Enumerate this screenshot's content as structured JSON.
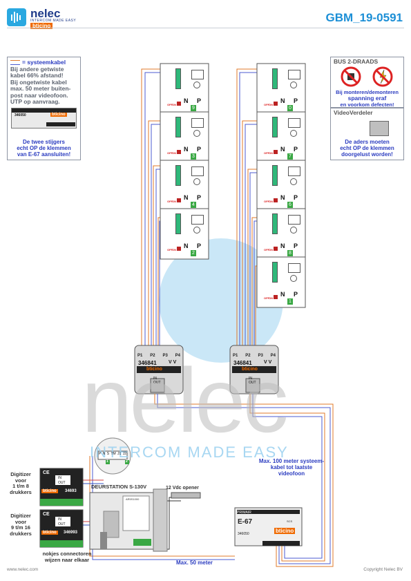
{
  "header": {
    "brand": "nelec",
    "tagline": "INTERCOM MADE EASY",
    "sub_brand": "bticino",
    "doc_id": "GBM_19-0591"
  },
  "note_cable": {
    "title": "= systeemkabel",
    "lines": [
      "Bij andere getwiste",
      "kabel 66% afstand!",
      "Bij ongetwiste kabel",
      "max. 50 meter buiten-",
      "post naar videofoon.",
      "UTP op aanvraag."
    ],
    "module_code": "346050",
    "module_brand": "bticino",
    "warn_lines": [
      "De twee stijgers",
      "echt OP de klemmen",
      "van E-67 aansluiten!"
    ]
  },
  "note_bus": {
    "title": "BUS 2-DRAADS",
    "lines": [
      "Bij monteren/demonteren",
      "spanning eraf",
      "en voorkom defecten!"
    ]
  },
  "note_video": {
    "title": "VideoVerdeler",
    "lines": [
      "De aders moeten",
      "echt OP de klemmen",
      "doorgelust worden!"
    ]
  },
  "phone_left": {
    "off_label": "OFF",
    "on_label": "ON",
    "n_label": "N",
    "p_label": "P",
    "numbers": [
      "9",
      "3",
      "4",
      "2"
    ]
  },
  "phone_right": {
    "numbers": [
      "0",
      "7",
      "6",
      "8",
      "1"
    ]
  },
  "distributor": {
    "ports": [
      "P1",
      "P2",
      "P3",
      "P4"
    ],
    "vv": "V V",
    "code": "346841",
    "brand": "bticino",
    "in_label": "IN",
    "out_label": "OUT"
  },
  "watermark": {
    "word": "nelec",
    "tag": "INTERCOM MADE EASY"
  },
  "dip_zoom": {
    "labels": [
      "P",
      "N",
      "S",
      "TM",
      "J1",
      "J2"
    ],
    "value_left": "1",
    "value_right": "2"
  },
  "digitizers": [
    {
      "label_lines": [
        "Digitizer",
        "voor",
        "1 t/m 8",
        "drukkers"
      ],
      "code": "34693"
    },
    {
      "label_lines": [
        "Digitizer",
        "voor",
        "9 t/m 16",
        "drukkers"
      ],
      "code": "346993"
    }
  ],
  "digitizer_marks": {
    "ce": "CE",
    "in": "IN",
    "out": "OUT",
    "brand": "bticino"
  },
  "door_station": {
    "label": "DEURSTATION S-130V",
    "code": "AR5S1000"
  },
  "opener_label": "12 Vdc opener",
  "connector_note": [
    "nokjes connectoren",
    "wijzen naar elkaar"
  ],
  "psu": {
    "label": "E-67",
    "brand": "bticino",
    "code": "346050",
    "top_label": "PRIMAIR",
    "right_label": "SCS"
  },
  "max100": [
    "Max. 100 meter systeem-",
    "kabel tot laatste videofoon"
  ],
  "max50": "Max. 50 meter",
  "footer": {
    "left": "www.nelec.com",
    "right": "Copyright Nelec BV"
  }
}
